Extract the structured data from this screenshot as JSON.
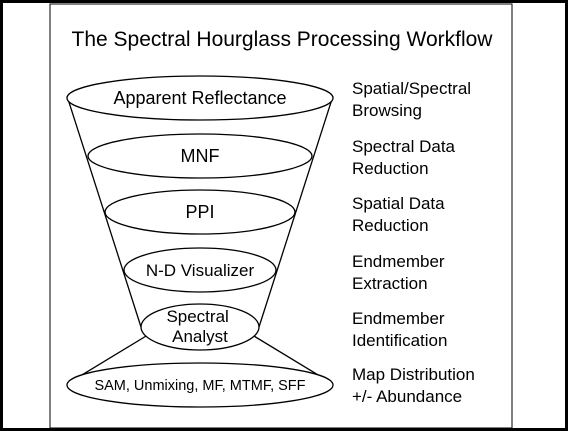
{
  "title": "The Spectral Hourglass Processing Workflow",
  "stages": [
    {
      "label": [
        "Apparent Reflectance"
      ],
      "step": [
        "Spatial/Spectral",
        "Browsing"
      ]
    },
    {
      "label": [
        "MNF"
      ],
      "step": [
        "Spectral Data",
        "Reduction"
      ]
    },
    {
      "label": [
        "PPI"
      ],
      "step": [
        "Spatial Data",
        "Reduction"
      ]
    },
    {
      "label": [
        "N-D Visualizer"
      ],
      "step": [
        "Endmember",
        "Extraction"
      ]
    },
    {
      "label": [
        "Spectral",
        "Analyst"
      ],
      "step": [
        "Endmember",
        "Identification"
      ]
    },
    {
      "label": [
        "SAM, Unmixing, MF, MTMF, SFF"
      ],
      "step": [
        "Map Distribution",
        "+/- Abundance"
      ]
    }
  ],
  "colors": {
    "line": "#000000",
    "background": "#ffffff",
    "text": "#000000"
  }
}
